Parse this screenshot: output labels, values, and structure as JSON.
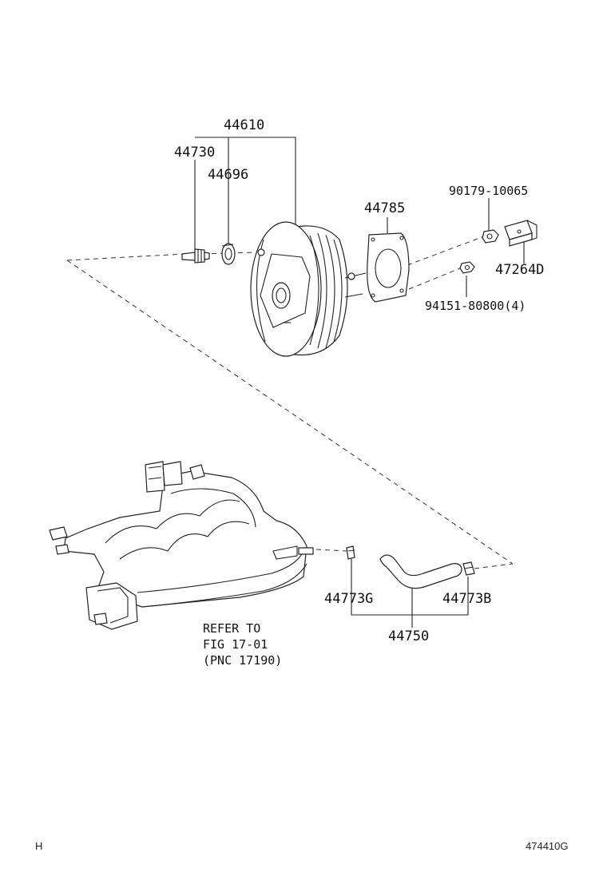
{
  "labels": {
    "assembly": "44610",
    "check_valve": "44730",
    "grommet": "44696",
    "gasket": "44785",
    "nut_top": "90179-10065",
    "bracket": "47264D",
    "nut_bottom": "94151-80800(4)",
    "clip_left": "44773G",
    "clip_right": "44773B",
    "hose": "44750",
    "refer_line1": "REFER TO",
    "refer_line2": "FIG 17-01",
    "refer_line3": "(PNC 17190)"
  },
  "footer": {
    "left": "H",
    "right": "474410G"
  }
}
